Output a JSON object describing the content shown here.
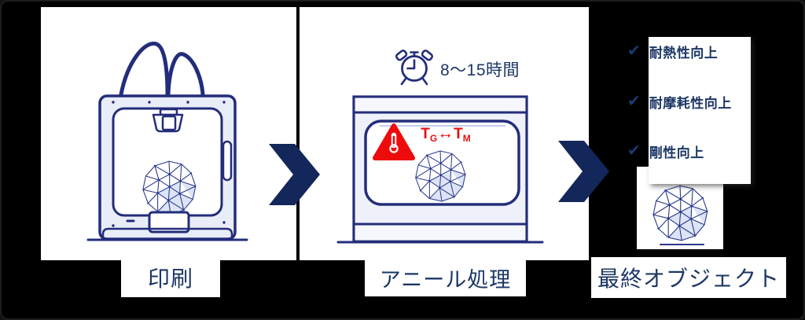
{
  "icons": {
    "check": "✔"
  },
  "steps": [
    {
      "id": "print",
      "label": "印刷"
    },
    {
      "id": "anneal",
      "label": "アニール処理",
      "duration": "8〜15時間",
      "temperature": {
        "t1": "T",
        "t1_sub": "G",
        "arrow": "↔",
        "t2": "T",
        "t2_sub": "M"
      }
    },
    {
      "id": "final-object",
      "label": "最終オブジェクト",
      "benefits": [
        "耐熱性向上",
        "耐摩耗性向上",
        "剛性向上"
      ]
    }
  ],
  "colors": {
    "background": "#000000",
    "card": "#ffffff",
    "illustration_navy": "#232d7b",
    "text_navy": "#1c3765",
    "arrow_navy": "#13275a",
    "accent_red": "#e01212",
    "fill_light_blue": "#edf1fa"
  }
}
